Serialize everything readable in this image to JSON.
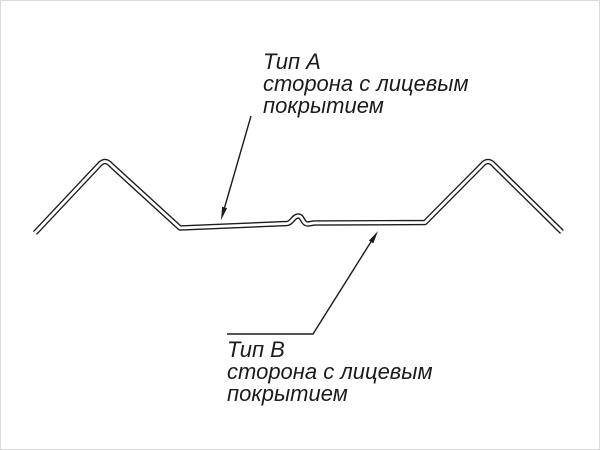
{
  "diagram": {
    "type": "technical-profile-cross-section",
    "labels": {
      "a": {
        "title": "Тип А",
        "line1": "сторона с лицевым",
        "line2": "покрытием"
      },
      "b": {
        "title": "Тип В",
        "line1": "сторона с лицевым",
        "line2": "покрытием"
      }
    },
    "colors": {
      "line": "#1c1c1c",
      "background": "#ffffff"
    }
  }
}
